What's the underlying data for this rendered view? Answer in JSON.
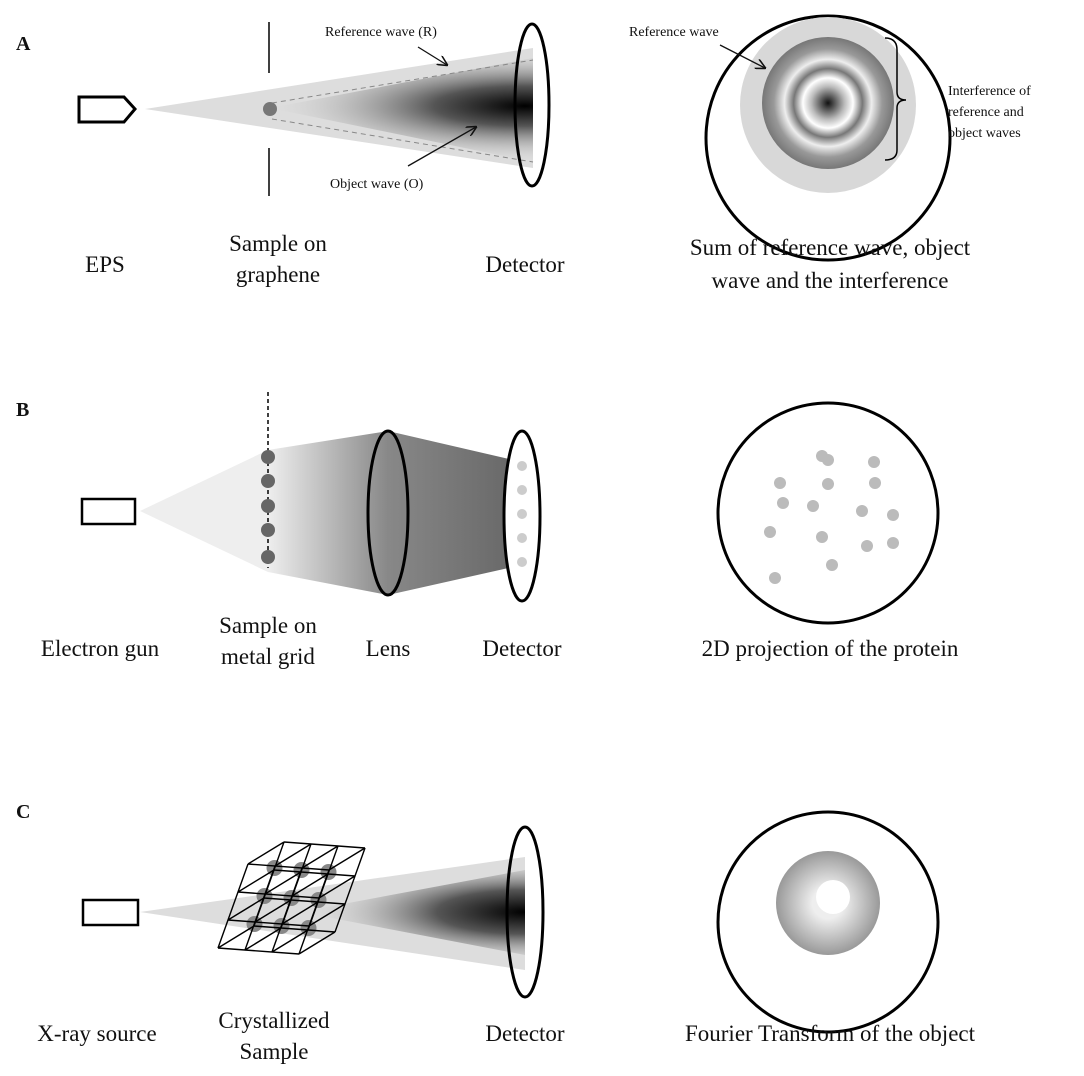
{
  "panels": {
    "a": {
      "letter": "A",
      "reference_wave_label": "Reference wave (R)",
      "object_wave_label": "Object wave (O)",
      "source": "EPS",
      "sample_line1": "Sample on",
      "sample_line2": "graphene",
      "detector": "Detector",
      "inset_reference": "Reference wave",
      "interference_line1": "Interference of",
      "interference_line2": "reference and",
      "interference_line3": "object waves",
      "caption_line1": "Sum of reference wave, object",
      "caption_line2": "wave and the interference"
    },
    "b": {
      "letter": "B",
      "source": "Electron gun",
      "sample_line1": "Sample on",
      "sample_line2": "metal grid",
      "lens": "Lens",
      "detector": "Detector",
      "caption": "2D projection of the protein"
    },
    "c": {
      "letter": "C",
      "source": "X-ray source",
      "sample_line1": "Crystallized",
      "sample_line2": "Sample",
      "detector": "Detector",
      "caption": "Fourier Transform of the object"
    }
  }
}
